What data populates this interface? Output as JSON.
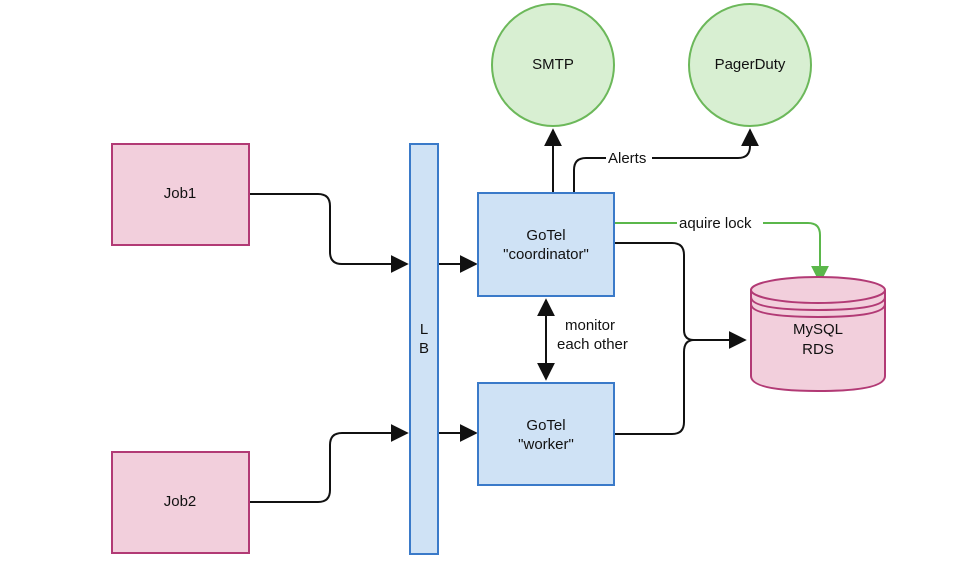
{
  "diagram": {
    "nodes": {
      "job1": {
        "label": "Job1"
      },
      "job2": {
        "label": "Job2"
      },
      "lb": {
        "line1": "L",
        "line2": "B"
      },
      "coordinator": {
        "line1": "GoTel",
        "line2": "\"coordinator\""
      },
      "worker": {
        "line1": "GoTel",
        "line2": "\"worker\""
      },
      "smtp": {
        "label": "SMTP"
      },
      "pagerduty": {
        "label": "PagerDuty"
      },
      "mysql": {
        "line1": "MySQL",
        "line2": "RDS"
      }
    },
    "edges": {
      "alerts": {
        "label": "Alerts"
      },
      "acquire_lock": {
        "label": "aquire lock"
      },
      "monitor": {
        "line1": "monitor",
        "line2": "each other"
      }
    },
    "colors": {
      "job_fill": "#f2cfdc",
      "job_stroke": "#b23a75",
      "service_fill": "#cfe2f5",
      "service_stroke": "#3a7ac9",
      "external_fill": "#d8efd2",
      "external_stroke": "#6cb85a",
      "lock_edge": "#5bb74b",
      "edge": "#111111"
    }
  }
}
